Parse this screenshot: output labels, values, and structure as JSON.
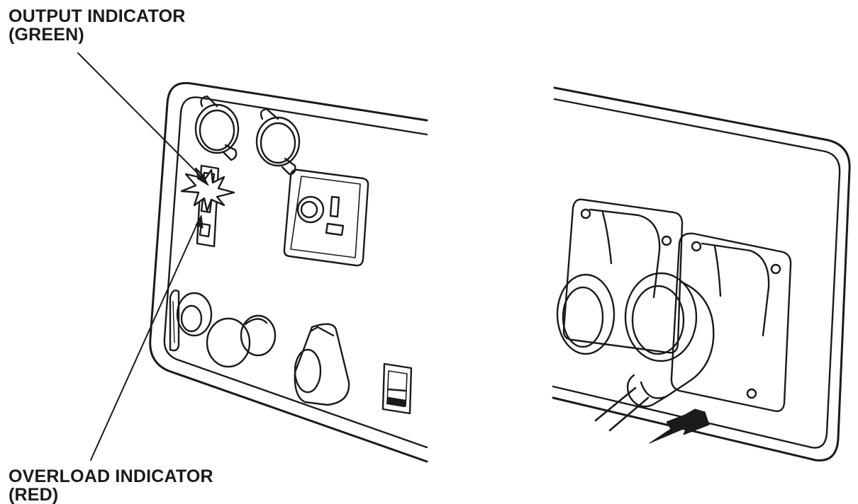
{
  "labels": {
    "output_indicator": {
      "line1": "OUTPUT INDICATOR",
      "line2": "(GREEN)"
    },
    "overload_indicator": {
      "line1": "OVERLOAD INDICATOR",
      "line2": "(RED)"
    }
  },
  "colors": {
    "ink": "#1a1a1a",
    "background": "#ffffff"
  }
}
